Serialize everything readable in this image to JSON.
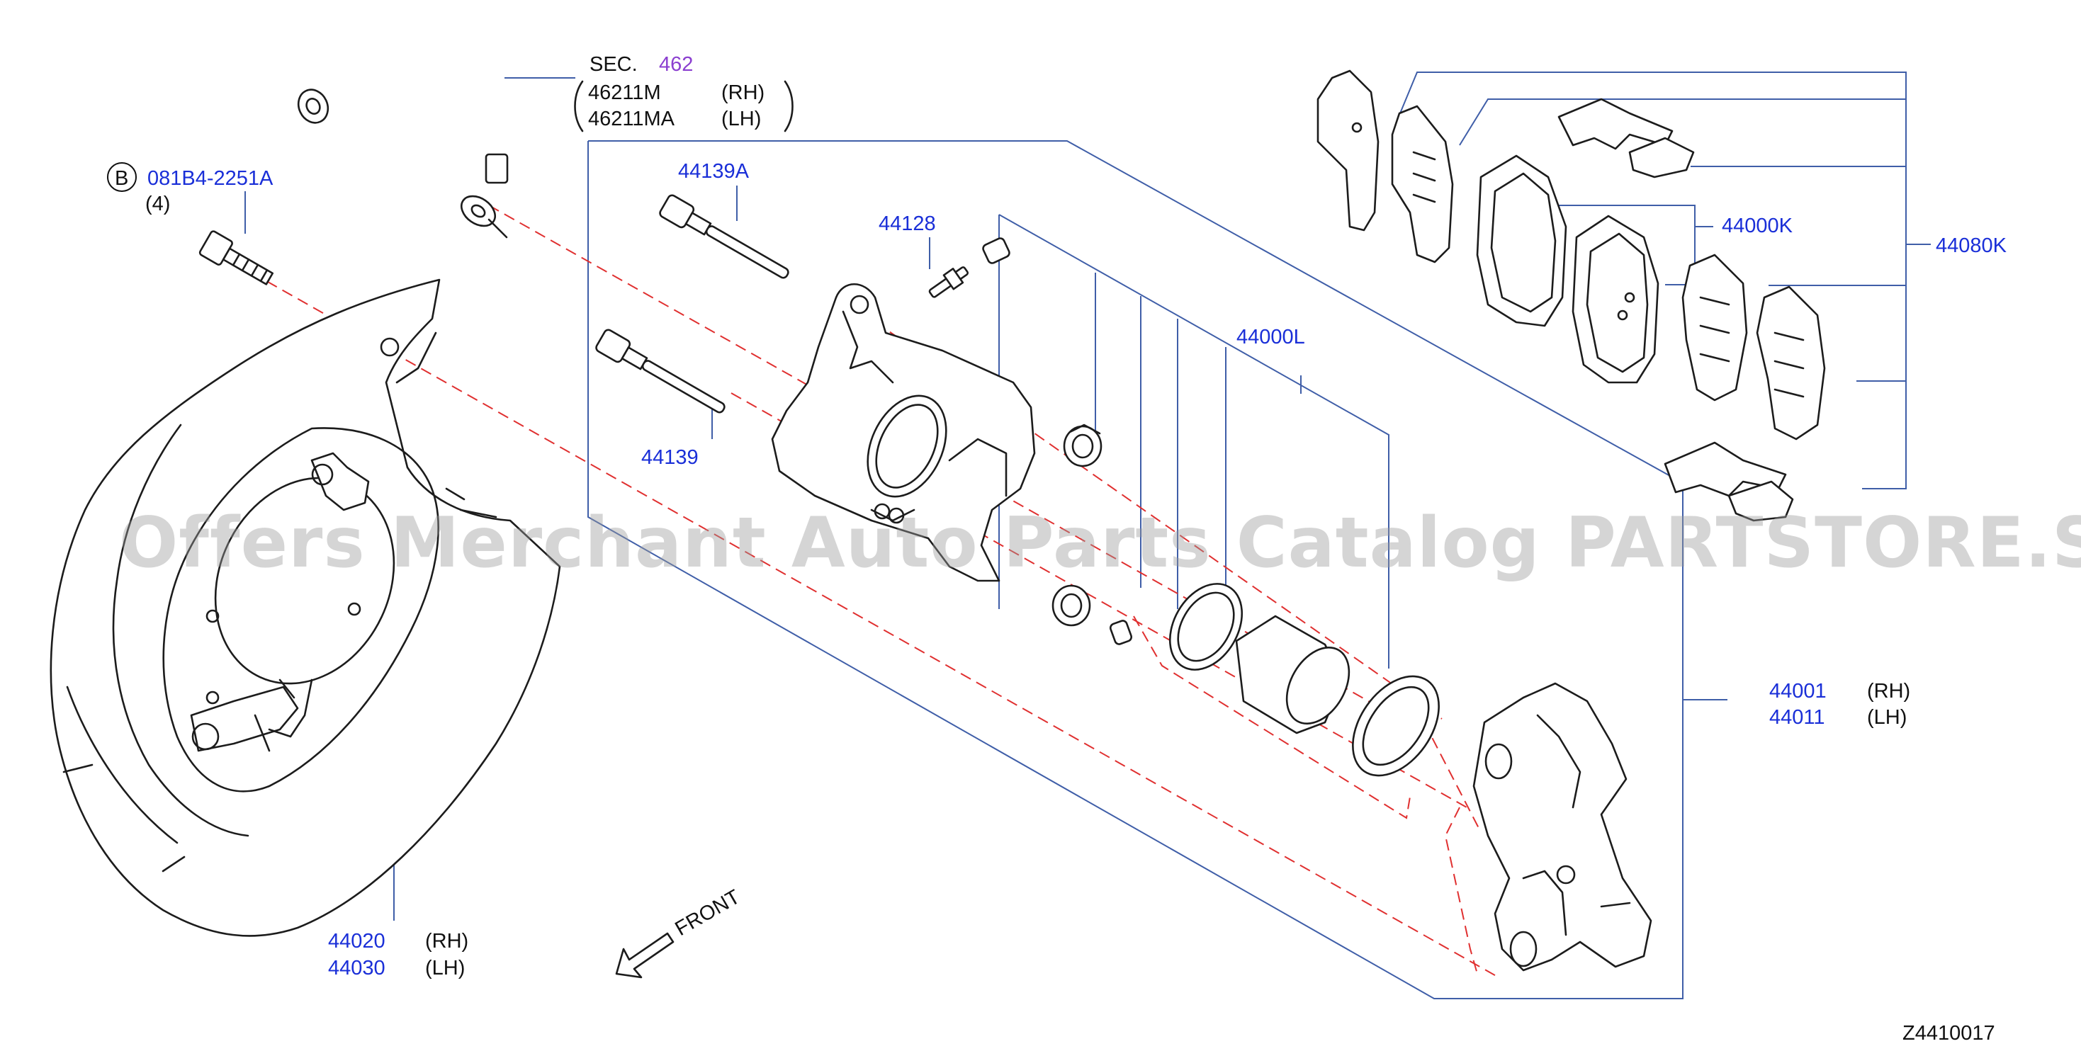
{
  "sec": {
    "prefix": "SEC.",
    "number": "462"
  },
  "hose": {
    "rh_part": "46211M",
    "rh_side": "(RH)",
    "lh_part": "46211MA",
    "lh_side": "(LH)"
  },
  "bolt": {
    "marker": "B",
    "part": "081B4-2251A",
    "qty": "(4)"
  },
  "parts": {
    "p44139A": "44139A",
    "p44128": "44128",
    "p44139": "44139",
    "p44000L": "44000L",
    "p44000K": "44000K",
    "p44080K": "44080K",
    "p44001": "44001",
    "p44001_side": "(RH)",
    "p44011": "44011",
    "p44011_side": "(LH)",
    "p44020": "44020",
    "p44020_side": "(RH)",
    "p44030": "44030",
    "p44030_side": "(LH)"
  },
  "front_label": "FRONT",
  "diagram_code": "Z4410017",
  "watermark": "Offers Merchant Auto Parts Catalog PARTSTORE.SA",
  "colors": {
    "part_number": "#1a2fd8",
    "sec_number": "#8b3fd0",
    "leader": "#3f5ea8",
    "phantom_line": "#e03030",
    "watermark": "#9a9a9a"
  }
}
